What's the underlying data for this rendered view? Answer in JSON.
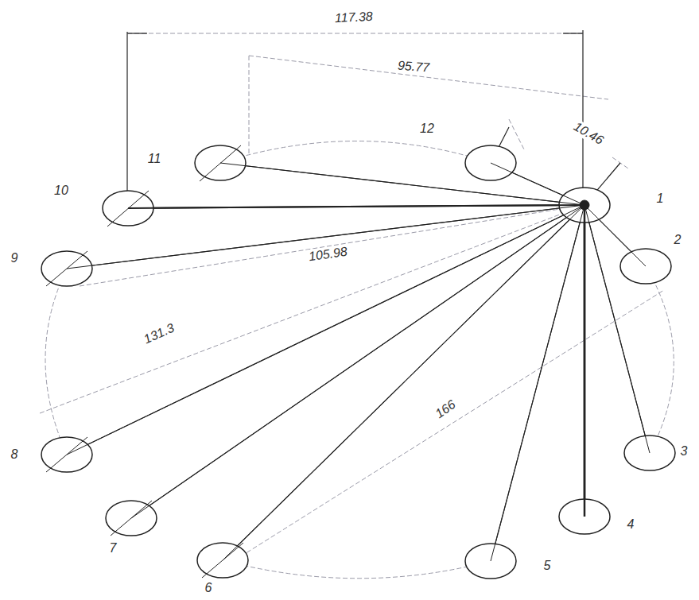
{
  "diagram": {
    "labels": [
      "117.38",
      "95.77",
      "10.46",
      "12",
      "11",
      "10",
      "1",
      "9",
      "105.98",
      "2",
      "131.3",
      "166",
      "8",
      "3",
      "7",
      "4",
      "6",
      "5"
    ]
  }
}
